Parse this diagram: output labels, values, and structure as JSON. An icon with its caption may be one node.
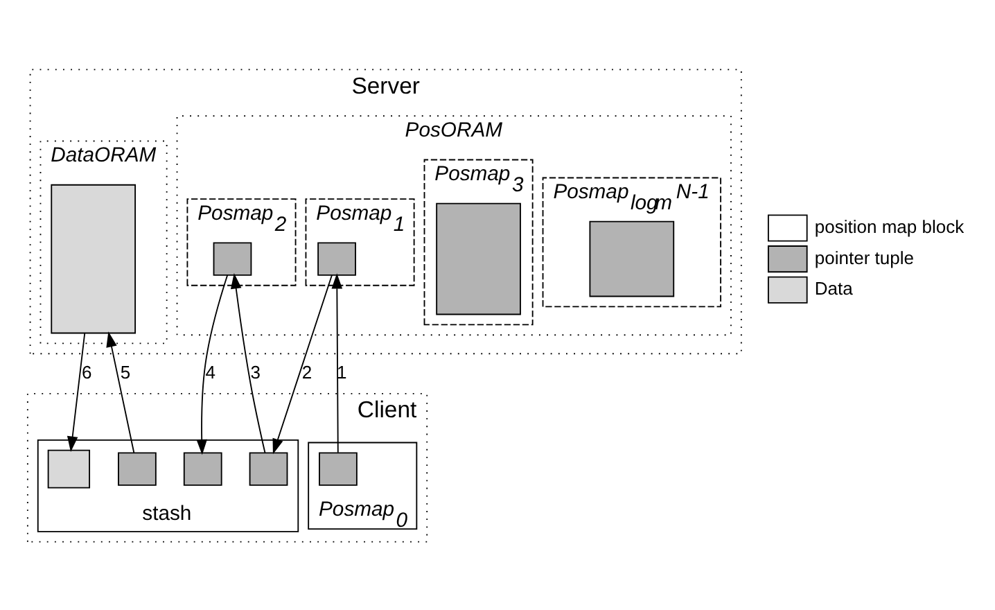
{
  "diagram": {
    "nodes": [
      {
        "text": [
          "Server"
        ]
      },
      {
        "text": [
          "DataORAM"
        ],
        "in": 0
      },
      {
        "text": [],
        "shape": "box",
        "in": 1
      },
      {
        "text": [
          "PosORAM"
        ],
        "in": 0
      },
      {
        "text": [
          "Posmap$_{log}$$_{m}$ N-1"
        ],
        "in": 3
      },
      {
        "text": [],
        "shape": "box",
        "in": 4
      },
      {
        "text": [
          "Posmap$_{3}$"
        ],
        "in": 3
      },
      {
        "text": [],
        "shape": "box",
        "in": 6
      },
      {
        "text": [
          "Posmap$_{2}$"
        ],
        "in": 3
      },
      {
        "text": [],
        "shape": "box",
        "in": 8
      },
      {
        "text": [
          "Posmap$_{1}$"
        ],
        "in": 3
      },
      {
        "text": [],
        "shape": "box",
        "in": 10
      },
      {
        "text": [
          "Client"
        ]
      },
      {
        "text": [
          "stash"
        ],
        "in": 12
      },
      {
        "text": [],
        "shape": "box",
        "in": 13
      },
      {
        "text": [],
        "shape": "box",
        "in": 13
      },
      {
        "text": [],
        "shape": "box",
        "in": 13
      },
      {
        "text": [],
        "shape": "box",
        "in": 13
      },
      {
        "text": [
          "Posmap$_{0}$"
        ],
        "in": 12
      },
      {
        "text": [],
        "shape": "box",
        "in": 18
      }
    ],
    "edges": [
      {
        "from": 19,
        "to": 11,
        "arrow": "to",
        "label": "1"
      },
      {
        "from": 11,
        "to": 17,
        "arrow": "to",
        "label": "2"
      },
      {
        "from": 17,
        "to": 9,
        "arrow": "to",
        "label": "3"
      },
      {
        "from": 9,
        "to": 16,
        "arrow": "to",
        "label": "4"
      },
      {
        "from": 15,
        "to": 2,
        "arrow": "to",
        "label": "5"
      },
      {
        "from": 2,
        "to": 14,
        "arrow": "to",
        "label": "6"
      }
    ],
    "legend": [
      {
        "text": "position map block",
        "color": "#ffffff"
      },
      {
        "text": "pointer tuple",
        "color": "#b3b3b3"
      },
      {
        "text": "Data"
      }
    ]
  }
}
